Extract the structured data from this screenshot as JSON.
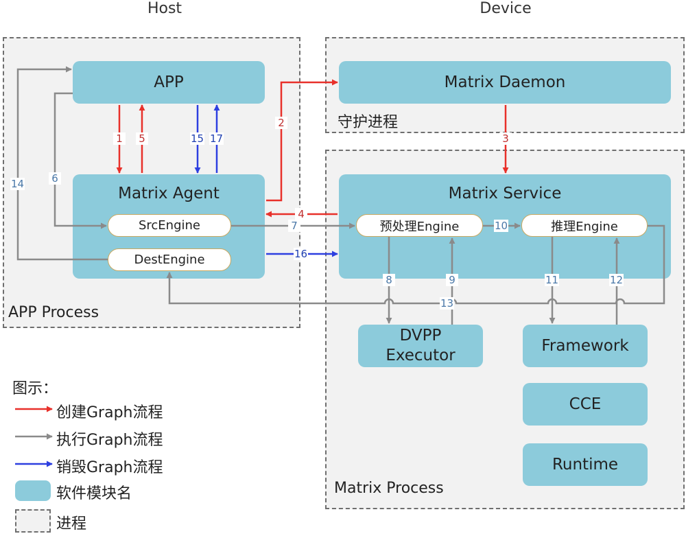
{
  "columns": {
    "host": "Host",
    "device": "Device"
  },
  "regions": {
    "app_process": "APP Process",
    "daemon_process": "守护进程",
    "matrix_process": "Matrix Process"
  },
  "modules": {
    "app": "APP",
    "matrix_agent": "Matrix Agent",
    "matrix_daemon": "Matrix Daemon",
    "matrix_service": "Matrix Service",
    "dvpp_executor": "DVPP Executor",
    "framework": "Framework",
    "cce": "CCE",
    "runtime": "Runtime"
  },
  "engines": {
    "src_engine": "SrcEngine",
    "dest_engine": "DestEngine",
    "preprocess_engine": "预处理Engine",
    "inference_engine": "推理Engine"
  },
  "steps": [
    "1",
    "2",
    "3",
    "4",
    "5",
    "6",
    "7",
    "8",
    "9",
    "10",
    "11",
    "12",
    "13",
    "14",
    "15",
    "16",
    "17"
  ],
  "legend": {
    "title": "图示：",
    "create": "创建Graph流程",
    "execute": "执行Graph流程",
    "destroy": "销毁Graph流程",
    "module": "软件模块名",
    "process": "进程"
  },
  "colors": {
    "create": "#e8302a",
    "execute": "#8a8a8a",
    "destroy": "#2d3fe0",
    "module": "#8ccbdb"
  }
}
